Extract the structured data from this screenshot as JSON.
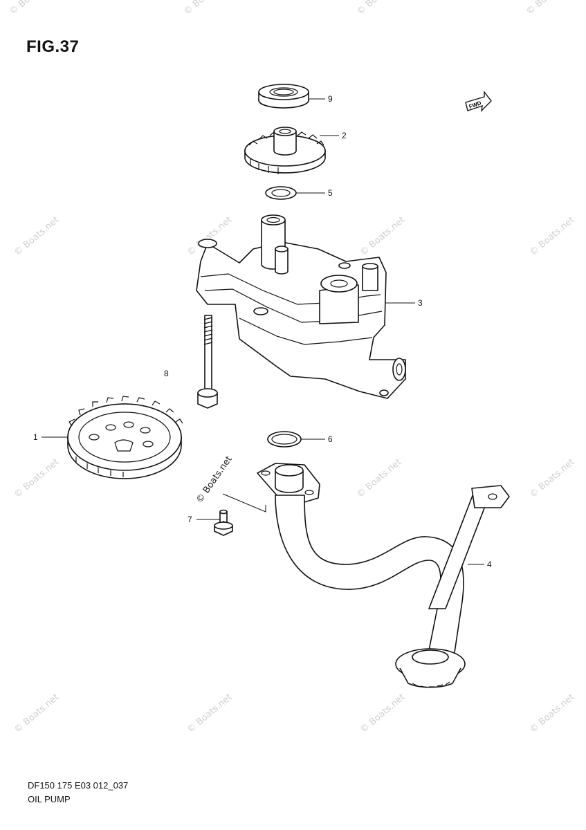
{
  "figure": {
    "title": "FIG.37"
  },
  "footer": {
    "code": "DF150 175 E03 012_037",
    "name": "OIL PUMP"
  },
  "callouts": [
    {
      "id": "callout-9",
      "label": "9"
    },
    {
      "id": "callout-2",
      "label": "2"
    },
    {
      "id": "callout-5",
      "label": "5"
    },
    {
      "id": "callout-3",
      "label": "3"
    },
    {
      "id": "callout-8",
      "label": "8"
    },
    {
      "id": "callout-1",
      "label": "1"
    },
    {
      "id": "callout-6",
      "label": "6"
    },
    {
      "id": "callout-7",
      "label": "7"
    },
    {
      "id": "callout-4",
      "label": "4"
    }
  ],
  "fwd_marker": {
    "label": "FWD"
  },
  "watermark": {
    "text": "© Boats.net"
  }
}
